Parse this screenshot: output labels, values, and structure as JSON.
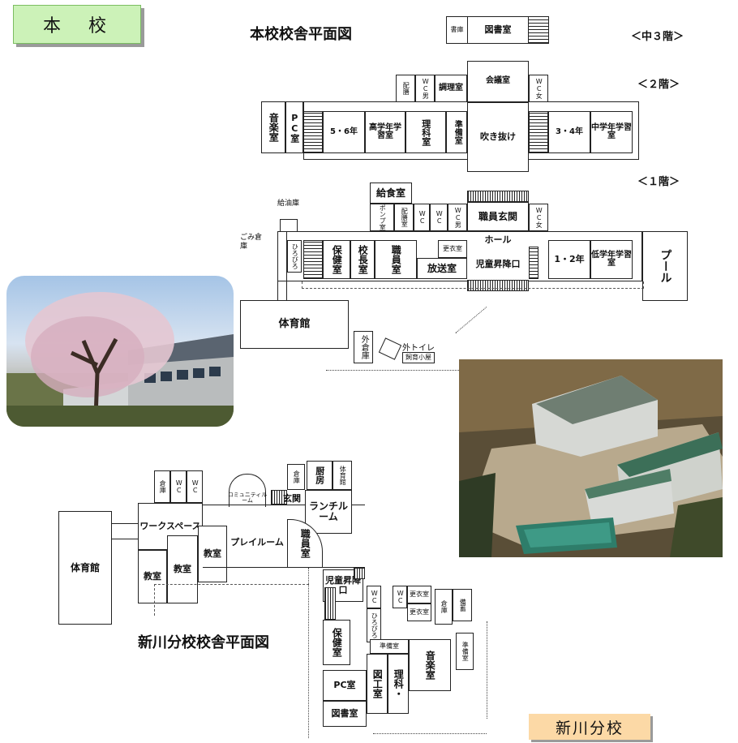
{
  "honko_badge": "本　校",
  "honko_title": "本校校舎平面図",
  "floor_labels": [
    "＜中３階＞",
    "＜２階＞",
    "＜１階＞"
  ],
  "floor3": {
    "shelf": "書庫",
    "library": "図書室"
  },
  "floor2": {
    "haizen": "配膳",
    "wc_m": "WC男",
    "cooking": "調理室",
    "conference": "会議室",
    "wc_f": "WC女",
    "music": "音楽室",
    "pc": "PC室",
    "g56": "5・6年",
    "upper_study": "高学年学習室",
    "science": "理科室",
    "prep": "準備室",
    "atrium": "吹き抜け",
    "g34": "3・4年",
    "mid_study": "中学年学習室"
  },
  "floor1": {
    "oil": "給油庫",
    "kyushoku": "給食室",
    "pump": "ポンプ室",
    "haizen": "配膳室",
    "wc1": "WC",
    "wc2": "WC",
    "wc_m": "WC男",
    "staff_entrance": "職員玄関",
    "wc_f": "WC女",
    "gomi": "ごみ倉庫",
    "hiro": "ひろびろ",
    "health": "保健室",
    "principal": "校長室",
    "staff": "職員室",
    "changing": "更衣室",
    "broadcast": "放送室",
    "hall": "ホール",
    "student_entrance": "児童昇降口",
    "g12": "1・2年",
    "lower_study": "低学年学習室",
    "pool": "プール",
    "gym": "体育館",
    "outer_storage": "外倉庫",
    "outer_toilet": "外トイレ",
    "tool_hut": "飼育小屋"
  },
  "branch": {
    "title": "新川分校校舎平面図",
    "badge": "新川分校",
    "gym": "体育館",
    "workspace": "ワークスペース",
    "storage1": "倉庫",
    "wc1": "WC",
    "wc2": "WC",
    "community": "コミュニティルーム",
    "storage2": "倉庫",
    "entrance": "玄関",
    "kitchen": "厨房",
    "changing": "体育館",
    "lunch": "ランチルーム",
    "playroom": "プレイルーム",
    "classroom1": "教室",
    "classroom2": "教室",
    "classroom3": "教室",
    "staffroom": "職員室",
    "student_entrance": "児童昇降口",
    "health": "保健室",
    "wc3": "WC",
    "hiro": "ひろびろ",
    "wc4": "WC",
    "changing2": "更衣室",
    "changing3": "更衣室",
    "storage3": "倉庫",
    "stock": "備蓄",
    "prep": "準備室",
    "prep2": "準備室",
    "science": "理科・",
    "art": "図工室",
    "music": "音楽室",
    "pc": "PC室",
    "library": "図書室"
  },
  "colors": {
    "badge_green": "#ccf2b8",
    "badge_orange": "#fcd9a6"
  }
}
